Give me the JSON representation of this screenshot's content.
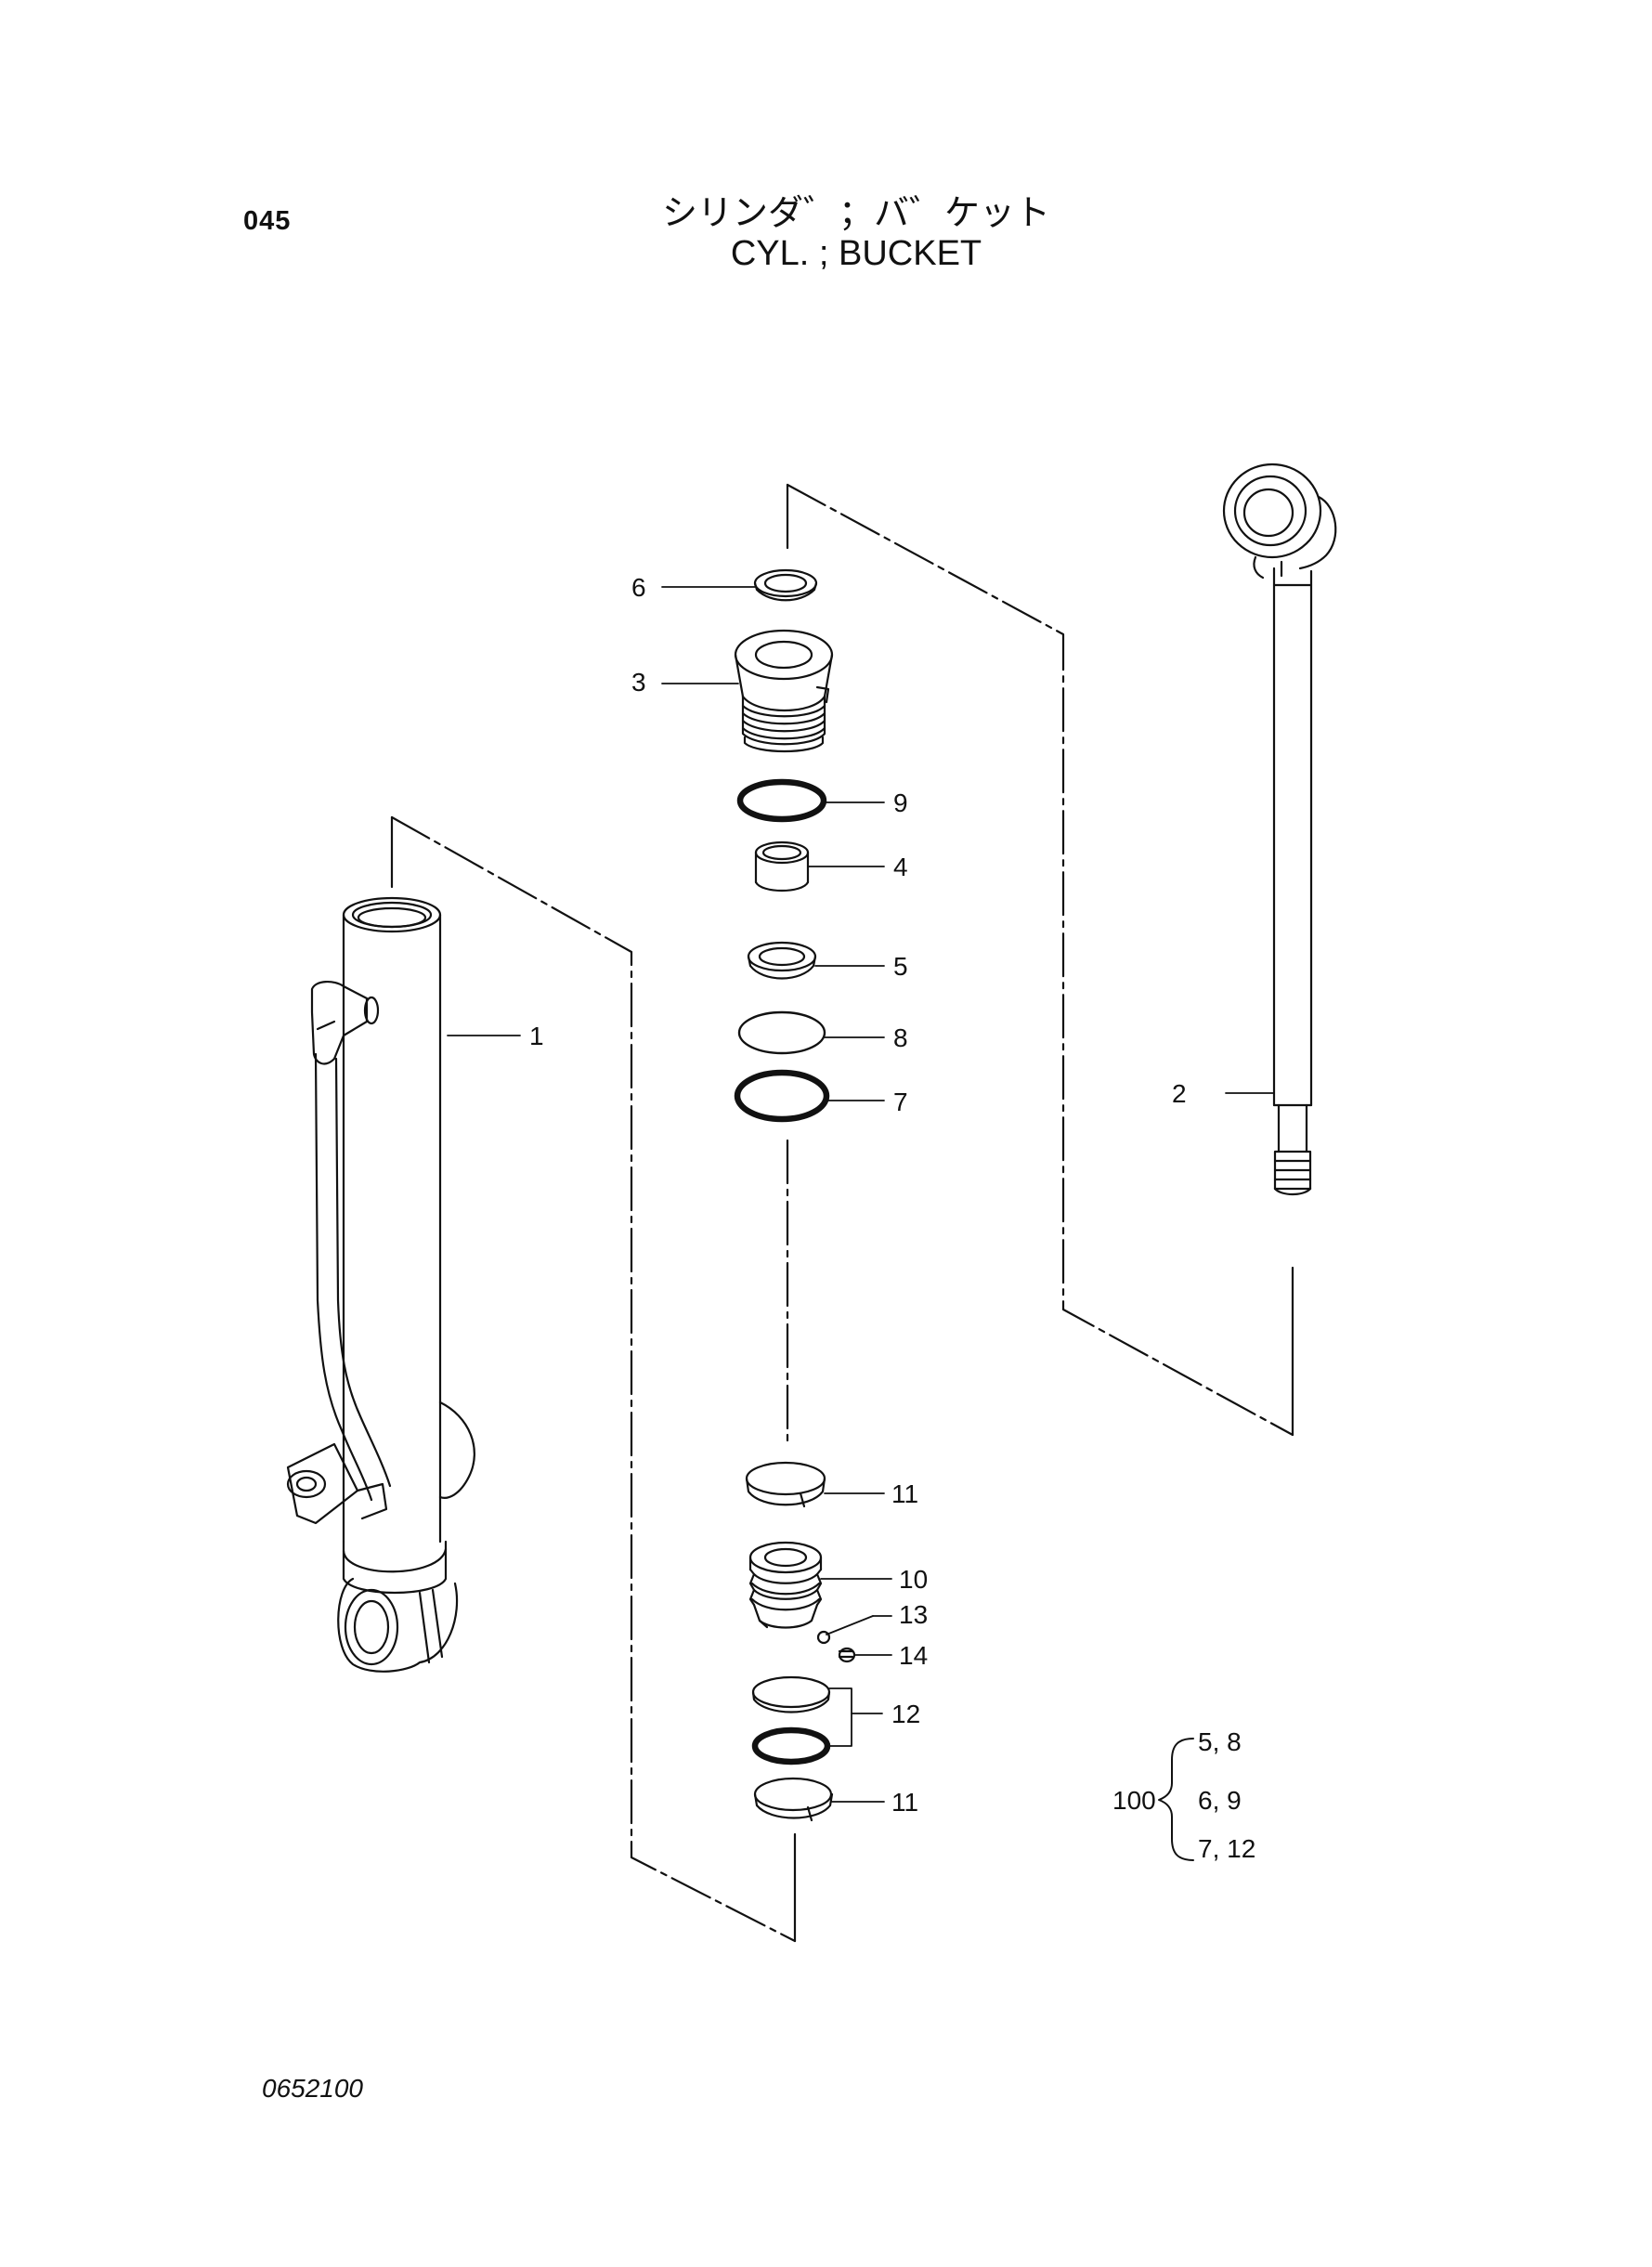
{
  "header": {
    "page_number": "045",
    "title_jp": "シリンダ゛；バ゛ケット",
    "title_en": "CYL. ; BUCKET"
  },
  "footer": {
    "drawing_number": "0652100"
  },
  "callouts": {
    "c1": "1",
    "c2": "2",
    "c3": "3",
    "c4": "4",
    "c5": "5",
    "c6": "6",
    "c7": "7",
    "c8": "8",
    "c9": "9",
    "c10": "10",
    "c11a": "11",
    "c11b": "11",
    "c12": "12",
    "c13": "13",
    "c14": "14"
  },
  "kit": {
    "number": "100",
    "row1": "5, 8",
    "row2": "6, 9",
    "row3": "7, 12"
  }
}
